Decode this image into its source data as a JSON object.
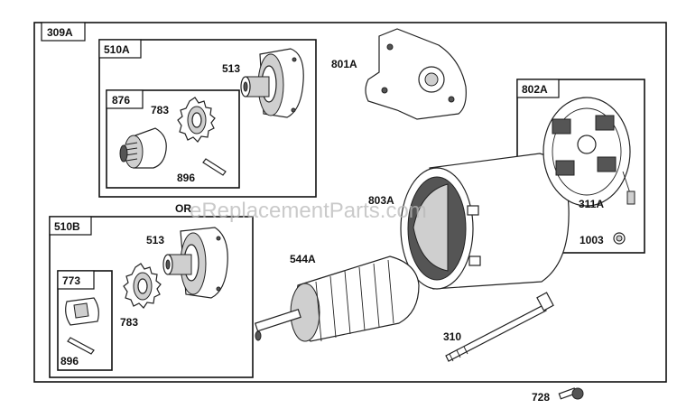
{
  "watermark": "eReplacementParts.com",
  "groups": {
    "main_kit": "309A",
    "drive_kit_a": "510A",
    "drive_kit_b": "510B",
    "sub_kit_a": "876",
    "sub_kit_b": "773",
    "brush_kit": "802A"
  },
  "parts": {
    "spring_a": "513",
    "gear_a": "783",
    "pin_a": "896",
    "bracket": "801A",
    "or_label": "OR",
    "spring_b": "513",
    "gear_b": "783",
    "pin_b": "896",
    "housing": "803A",
    "armature": "544A",
    "brush": "311A",
    "nut": "1003",
    "bolt": "310",
    "screw": "728"
  }
}
